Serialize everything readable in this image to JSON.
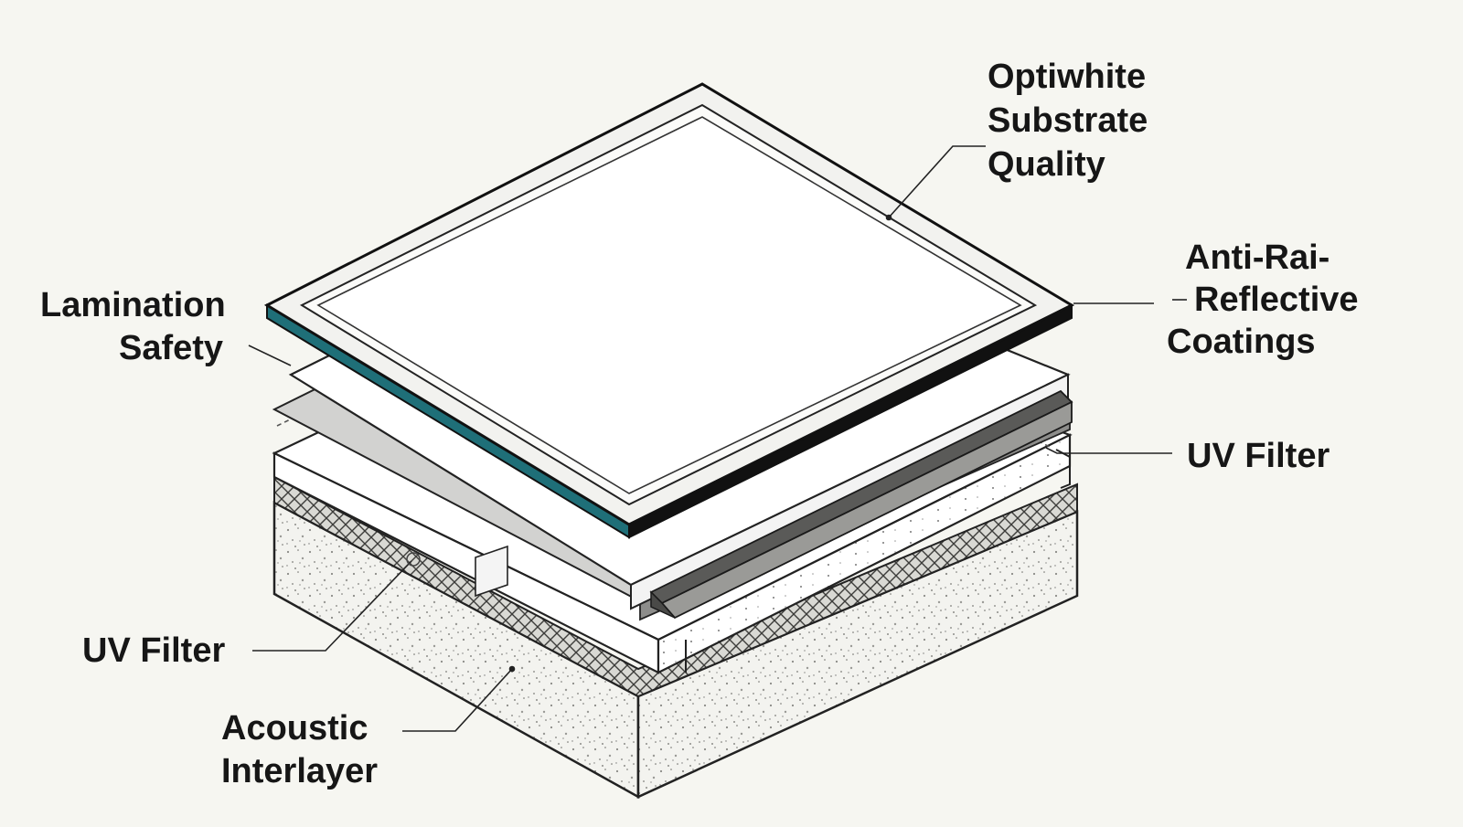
{
  "diagram": {
    "labels": {
      "top_right": {
        "lines": [
          "Optiwhite",
          "Substrate",
          "Quality"
        ]
      },
      "right_upper": {
        "lines": [
          "Anti-Rai-",
          "Reflective",
          "Coatings"
        ]
      },
      "right_mid": {
        "lines": [
          "UV Filter"
        ]
      },
      "left_upper": {
        "lines": [
          "Lamination",
          "Safety"
        ]
      },
      "left_mid": {
        "lines": [
          "UV Filter"
        ]
      },
      "left_lower": {
        "lines": [
          "Acoustic",
          "Interlayer"
        ]
      }
    },
    "colors": {
      "background": "#f6f6f1",
      "ink": "#161616",
      "accent_edge": "#1f6f78"
    }
  }
}
